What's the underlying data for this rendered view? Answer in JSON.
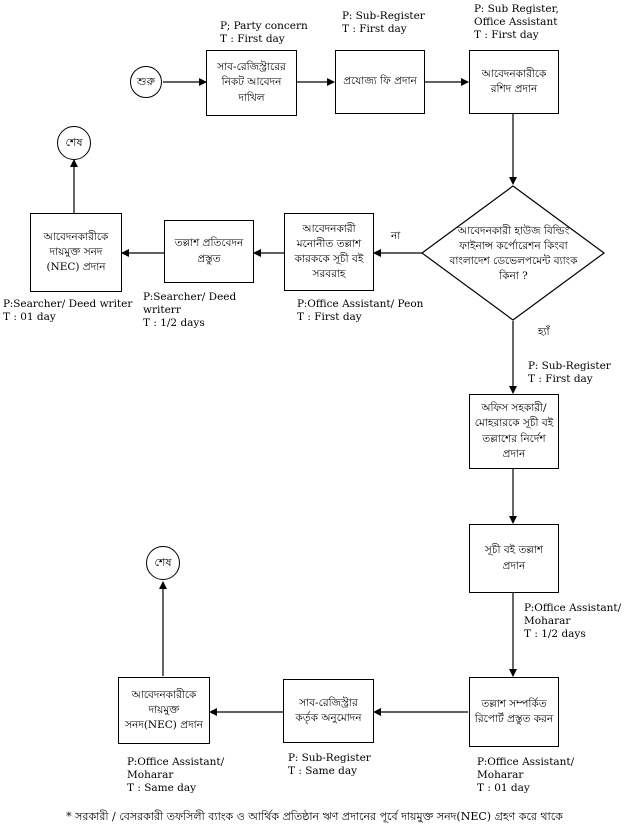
{
  "terminals": {
    "start": "শুরু",
    "end_top": "শেষ",
    "end_bottom": "শেষ"
  },
  "steps": {
    "submit": "সাব-রেজিস্ট্রারের নিকট আবেদন দাখিল",
    "fee": "প্রযোজ্য ফি প্রদান",
    "receipt": "আবেদনকারীকে রশিদ প্রদান",
    "decision": "আবেদনকারী হাউজ বিল্ডিং ফাইনান্স কর্পোরেশন কিংবা বাংলাদেশ ডেভেলপমেন্ট ব্যাংক কিনা ?",
    "supply_index": "আবেদনকারী মনোনীত তল্লাশ কারককে সূচী বই সরবরাহ",
    "search_report": "তল্লাশ প্রতিবেদন প্রস্তুত",
    "nec_top": "আবেদনকারীকে দায়মুক্ত সনদ (NEC) প্রদান",
    "instruct": "অফিস সহকারী/ মোহরারকে সূচী বই তল্লাশের নির্দেশ প্রদান",
    "provide_index": "সূচী বই তল্লাশ প্রদান",
    "prepare_report": "তল্লাশ সম্পর্কিত রিপোর্ট প্রস্তুত করন",
    "approval": "সাব-রেজিস্ট্রার কর্তৃক অনুমোদন",
    "nec_bottom": "আবেদনকারীকে দায়মুক্ত সনদ(NEC) প্রদান"
  },
  "branch_labels": {
    "no": "না",
    "yes": "হ্যাঁ"
  },
  "notes": {
    "submit": [
      "P; Party concern",
      "T : First day"
    ],
    "fee": [
      "P: Sub-Register",
      "T : First day"
    ],
    "receipt": [
      "P: Sub Register,",
      "Office Assistant",
      "T : First day"
    ],
    "supply_index": [
      "P:Office Assistant/ Peon",
      "T : First day"
    ],
    "search_report": [
      "P:Searcher/ Deed",
      "writerr",
      "T : 1/2 days"
    ],
    "nec_top": [
      "P:Searcher/ Deed writer",
      "T : 01 day"
    ],
    "instruct": [
      "P: Sub-Register",
      "T : First day"
    ],
    "provide_index": [
      "P:Office Assistant/",
      "Moharar",
      "T : 1/2 days"
    ],
    "prepare_report": [
      "P:Office Assistant/",
      "Moharar",
      "T : 01 day"
    ],
    "approval": [
      "P: Sub-Register",
      "T : Same day"
    ],
    "nec_bottom": [
      "P:Office Assistant/",
      "Moharar",
      "T : Same day"
    ]
  },
  "footer": "* সরকারী / বেসরকারী তফসিলী ব্যাংক ও আর্থিক প্রতিষ্ঠান ঋণ প্রদানের পূর্বে দায়মুক্ত সনদ(NEC) গ্রহণ করে থাকে"
}
